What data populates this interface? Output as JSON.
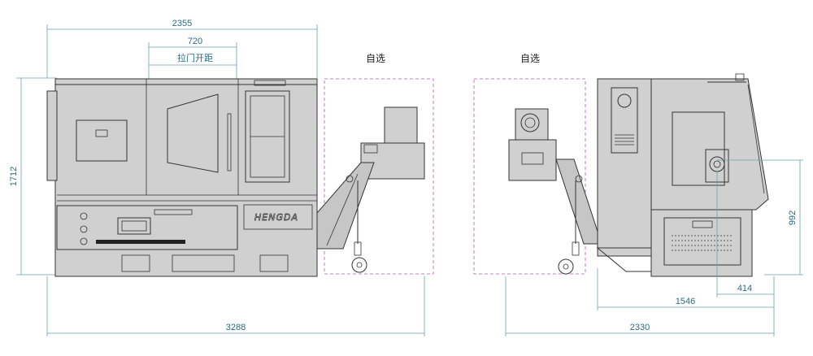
{
  "diagram": {
    "dimensions": {
      "overall_width_front": "2355",
      "door_width": "720",
      "door_opening": "拉门开距",
      "height": "1712",
      "length_with_conveyor_front": "3288",
      "side_depth": "2330",
      "side_1546": "1546",
      "side_414": "414",
      "side_992": "992"
    },
    "labels": {
      "optional_front": "自选",
      "optional_side": "自选",
      "brand": "HENGDA"
    },
    "colors": {
      "dimension": "#6aa0b3",
      "optional_box": "#b05ab8",
      "machine_body": "#d0d0d0"
    }
  }
}
